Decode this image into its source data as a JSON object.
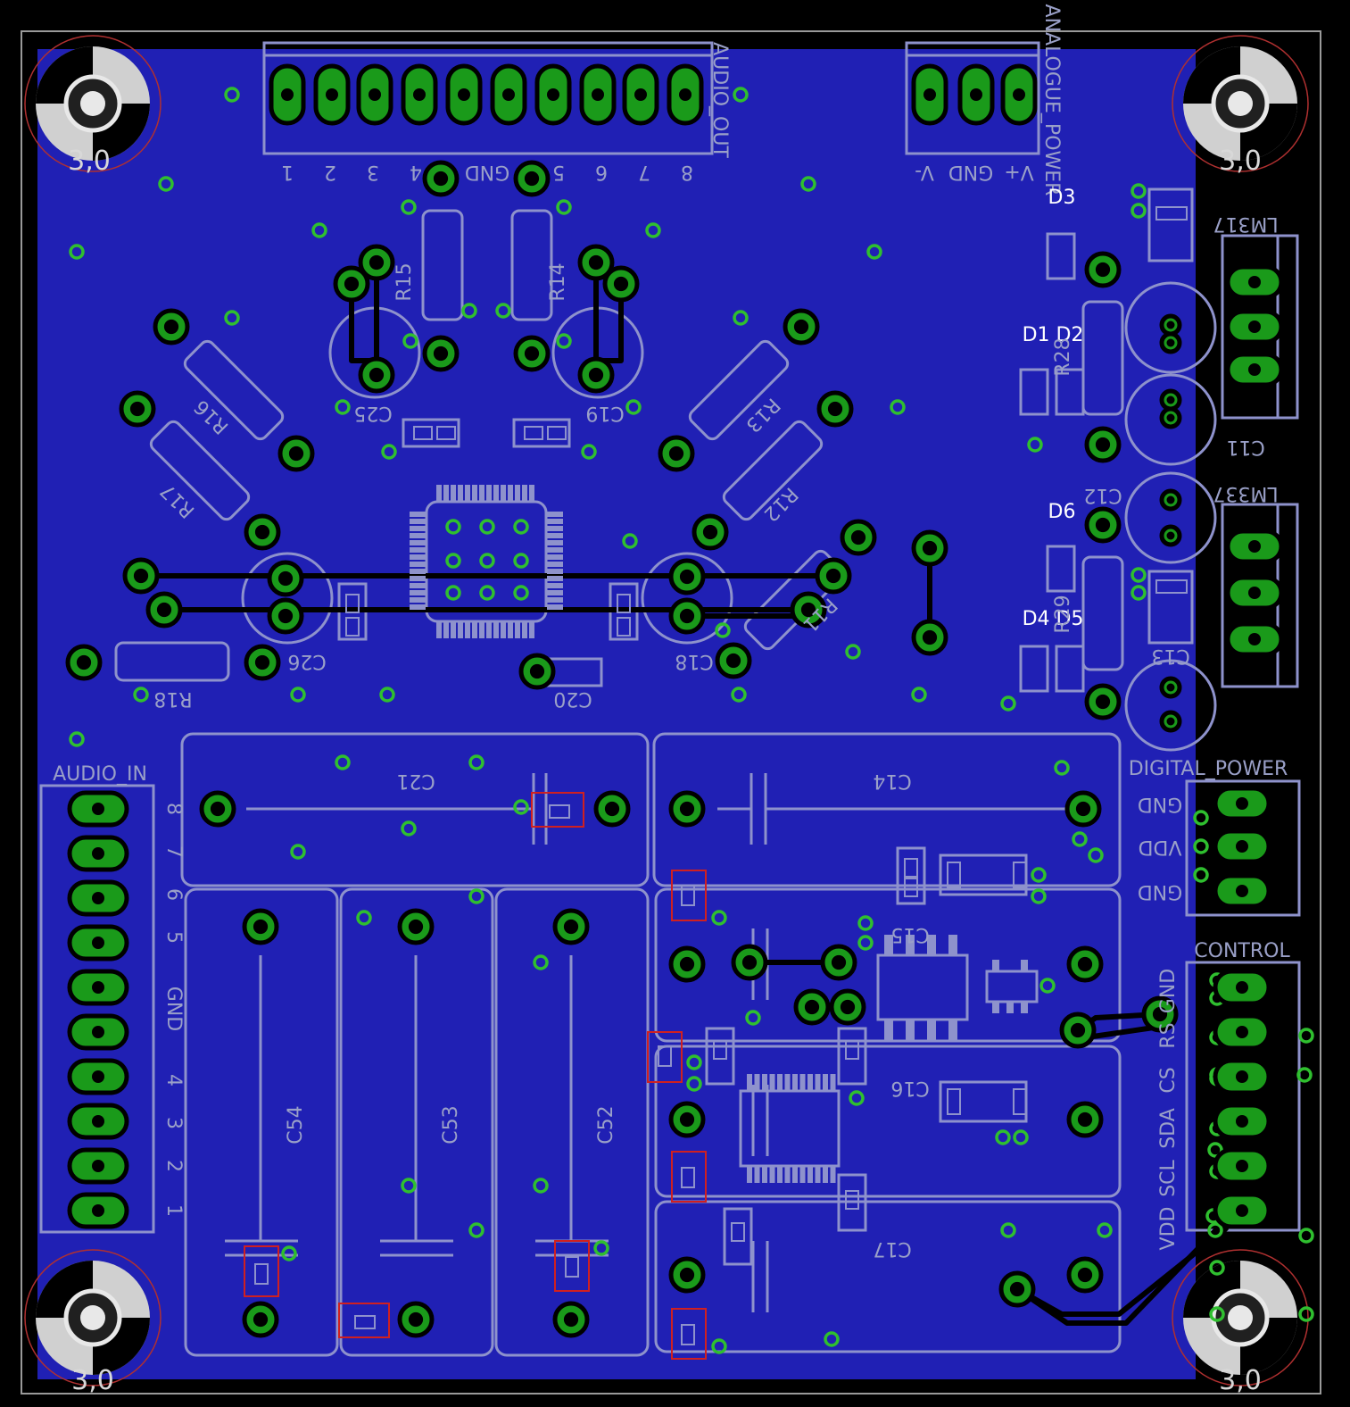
{
  "colors": {
    "background": "#000000",
    "copper_pour": "#2020b4",
    "silkscreen": "#8e92cc",
    "pad_fill": "#1a9a1a",
    "pad_ring": "#000000",
    "via": "#2fbf2f",
    "trace": "#000000",
    "highlight": "#d02020",
    "label": "#ffffff",
    "hole_ring": "#c8c8c8"
  },
  "labels": {
    "audio_out": "AUDIO_OUT",
    "audio_in": "AUDIO_IN",
    "analogue_power": "ANALOGUE_POWER",
    "digital_power": "DIGITAL_POWER",
    "control": "CONTROL",
    "lm317": "LM317",
    "lm337": "LM337",
    "d3": "D3",
    "d1d2": "D1 D2",
    "d6": "D6",
    "d4d5": "D4 D5",
    "c11": "C11",
    "c12": "C12",
    "c13": "C13",
    "c14": "C14",
    "c15": "C15",
    "c16": "C16",
    "c17": "C17",
    "c18": "C18",
    "c19": "C19",
    "c20": "C20",
    "c21": "C21",
    "c25": "C25",
    "c26": "C26",
    "c52": "C52",
    "c53": "C53",
    "c54": "C54",
    "r11": "R11",
    "r12": "R12",
    "r13": "R13",
    "r14": "R14",
    "r15": "R15",
    "r16": "R16",
    "r17": "R17",
    "r18": "R18",
    "r28": "R28",
    "r29": "R29",
    "hole_tl": "3,0",
    "hole_tr": "3,0",
    "hole_bl": "3,0",
    "hole_br": "3,0"
  },
  "audio_out_pins": [
    "1",
    "2",
    "3",
    "4",
    "GND",
    "5",
    "6",
    "7",
    "8"
  ],
  "audio_in_pins": [
    "8",
    "7",
    "6",
    "5",
    "GND",
    "4",
    "3",
    "2",
    "1"
  ],
  "analogue_power_pins": [
    "V-",
    "GND",
    "V+"
  ],
  "digital_power_pins": [
    "GND",
    "VDD",
    "GND"
  ],
  "control_pins": [
    "GND",
    "RS",
    "CS",
    "SDA",
    "SCL",
    "VDD"
  ]
}
